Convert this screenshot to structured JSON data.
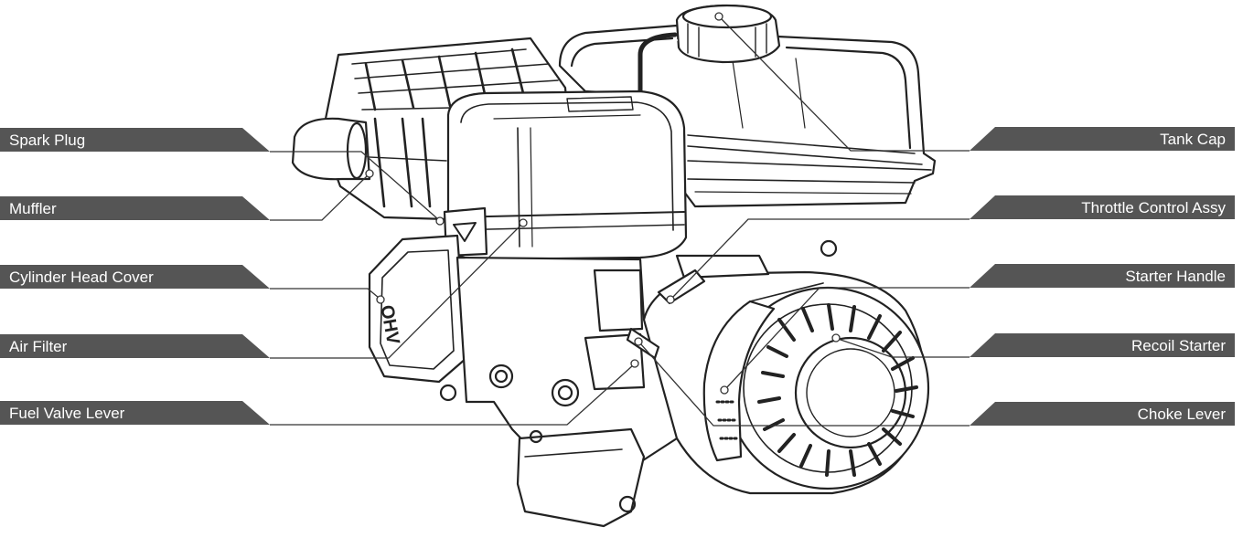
{
  "colors": {
    "label_fill": "#555555",
    "label_text": "#ffffff",
    "line": "#222222",
    "leader": "#333333",
    "background": "#ffffff"
  },
  "labels_left": [
    {
      "id": "spark-plug",
      "text": "Spark Plug"
    },
    {
      "id": "muffler",
      "text": "Muffler"
    },
    {
      "id": "cylinder-head-cover",
      "text": "Cylinder Head Cover"
    },
    {
      "id": "air-filter",
      "text": "Air Filter"
    },
    {
      "id": "fuel-valve-lever",
      "text": "Fuel Valve Lever"
    }
  ],
  "labels_right": [
    {
      "id": "tank-cap",
      "text": "Tank Cap"
    },
    {
      "id": "throttle-control-assy",
      "text": "Throttle Control Assy"
    },
    {
      "id": "starter-handle",
      "text": "Starter Handle"
    },
    {
      "id": "recoil-starter",
      "text": "Recoil Starter"
    },
    {
      "id": "choke-lever",
      "text": "Choke Lever"
    }
  ],
  "engine_badge": "OHV"
}
